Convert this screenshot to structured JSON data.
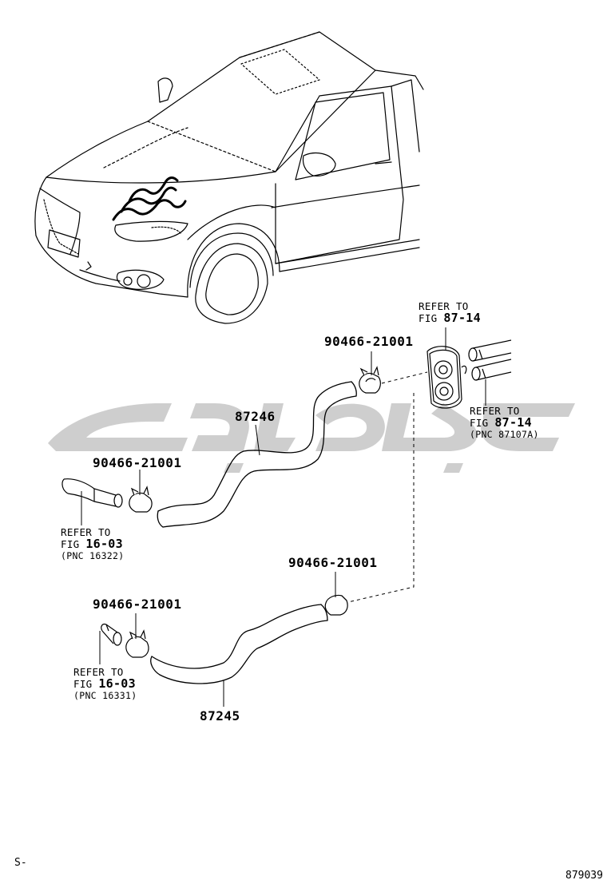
{
  "watermark_text": "پارت",
  "hose_upper": {
    "part_number": "87246",
    "clamp_top": "90466-21001",
    "clamp_left": "90466-21001",
    "ref_top": {
      "line1": "REFER TO",
      "fig_prefix": "FIG",
      "fig_number": "87-14"
    },
    "ref_right": {
      "line1": "REFER TO",
      "fig_prefix": "FIG",
      "fig_number": "87-14",
      "pnc": "(PNC 87107A)"
    },
    "ref_left": {
      "line1": "REFER TO",
      "fig_prefix": "FIG",
      "fig_number": "16-03",
      "pnc": "(PNC 16322)"
    }
  },
  "hose_lower": {
    "part_number": "87245",
    "clamp_right": "90466-21001",
    "clamp_left": "90466-21001",
    "ref_left": {
      "line1": "REFER TO",
      "fig_prefix": "FIG",
      "fig_number": "16-03",
      "pnc": "(PNC 16331)"
    }
  },
  "footer": {
    "left_code": "S-",
    "figure_id": "879039"
  },
  "colors": {
    "line": "#000000",
    "watermark": "#c8c8c8",
    "background": "#ffffff"
  }
}
